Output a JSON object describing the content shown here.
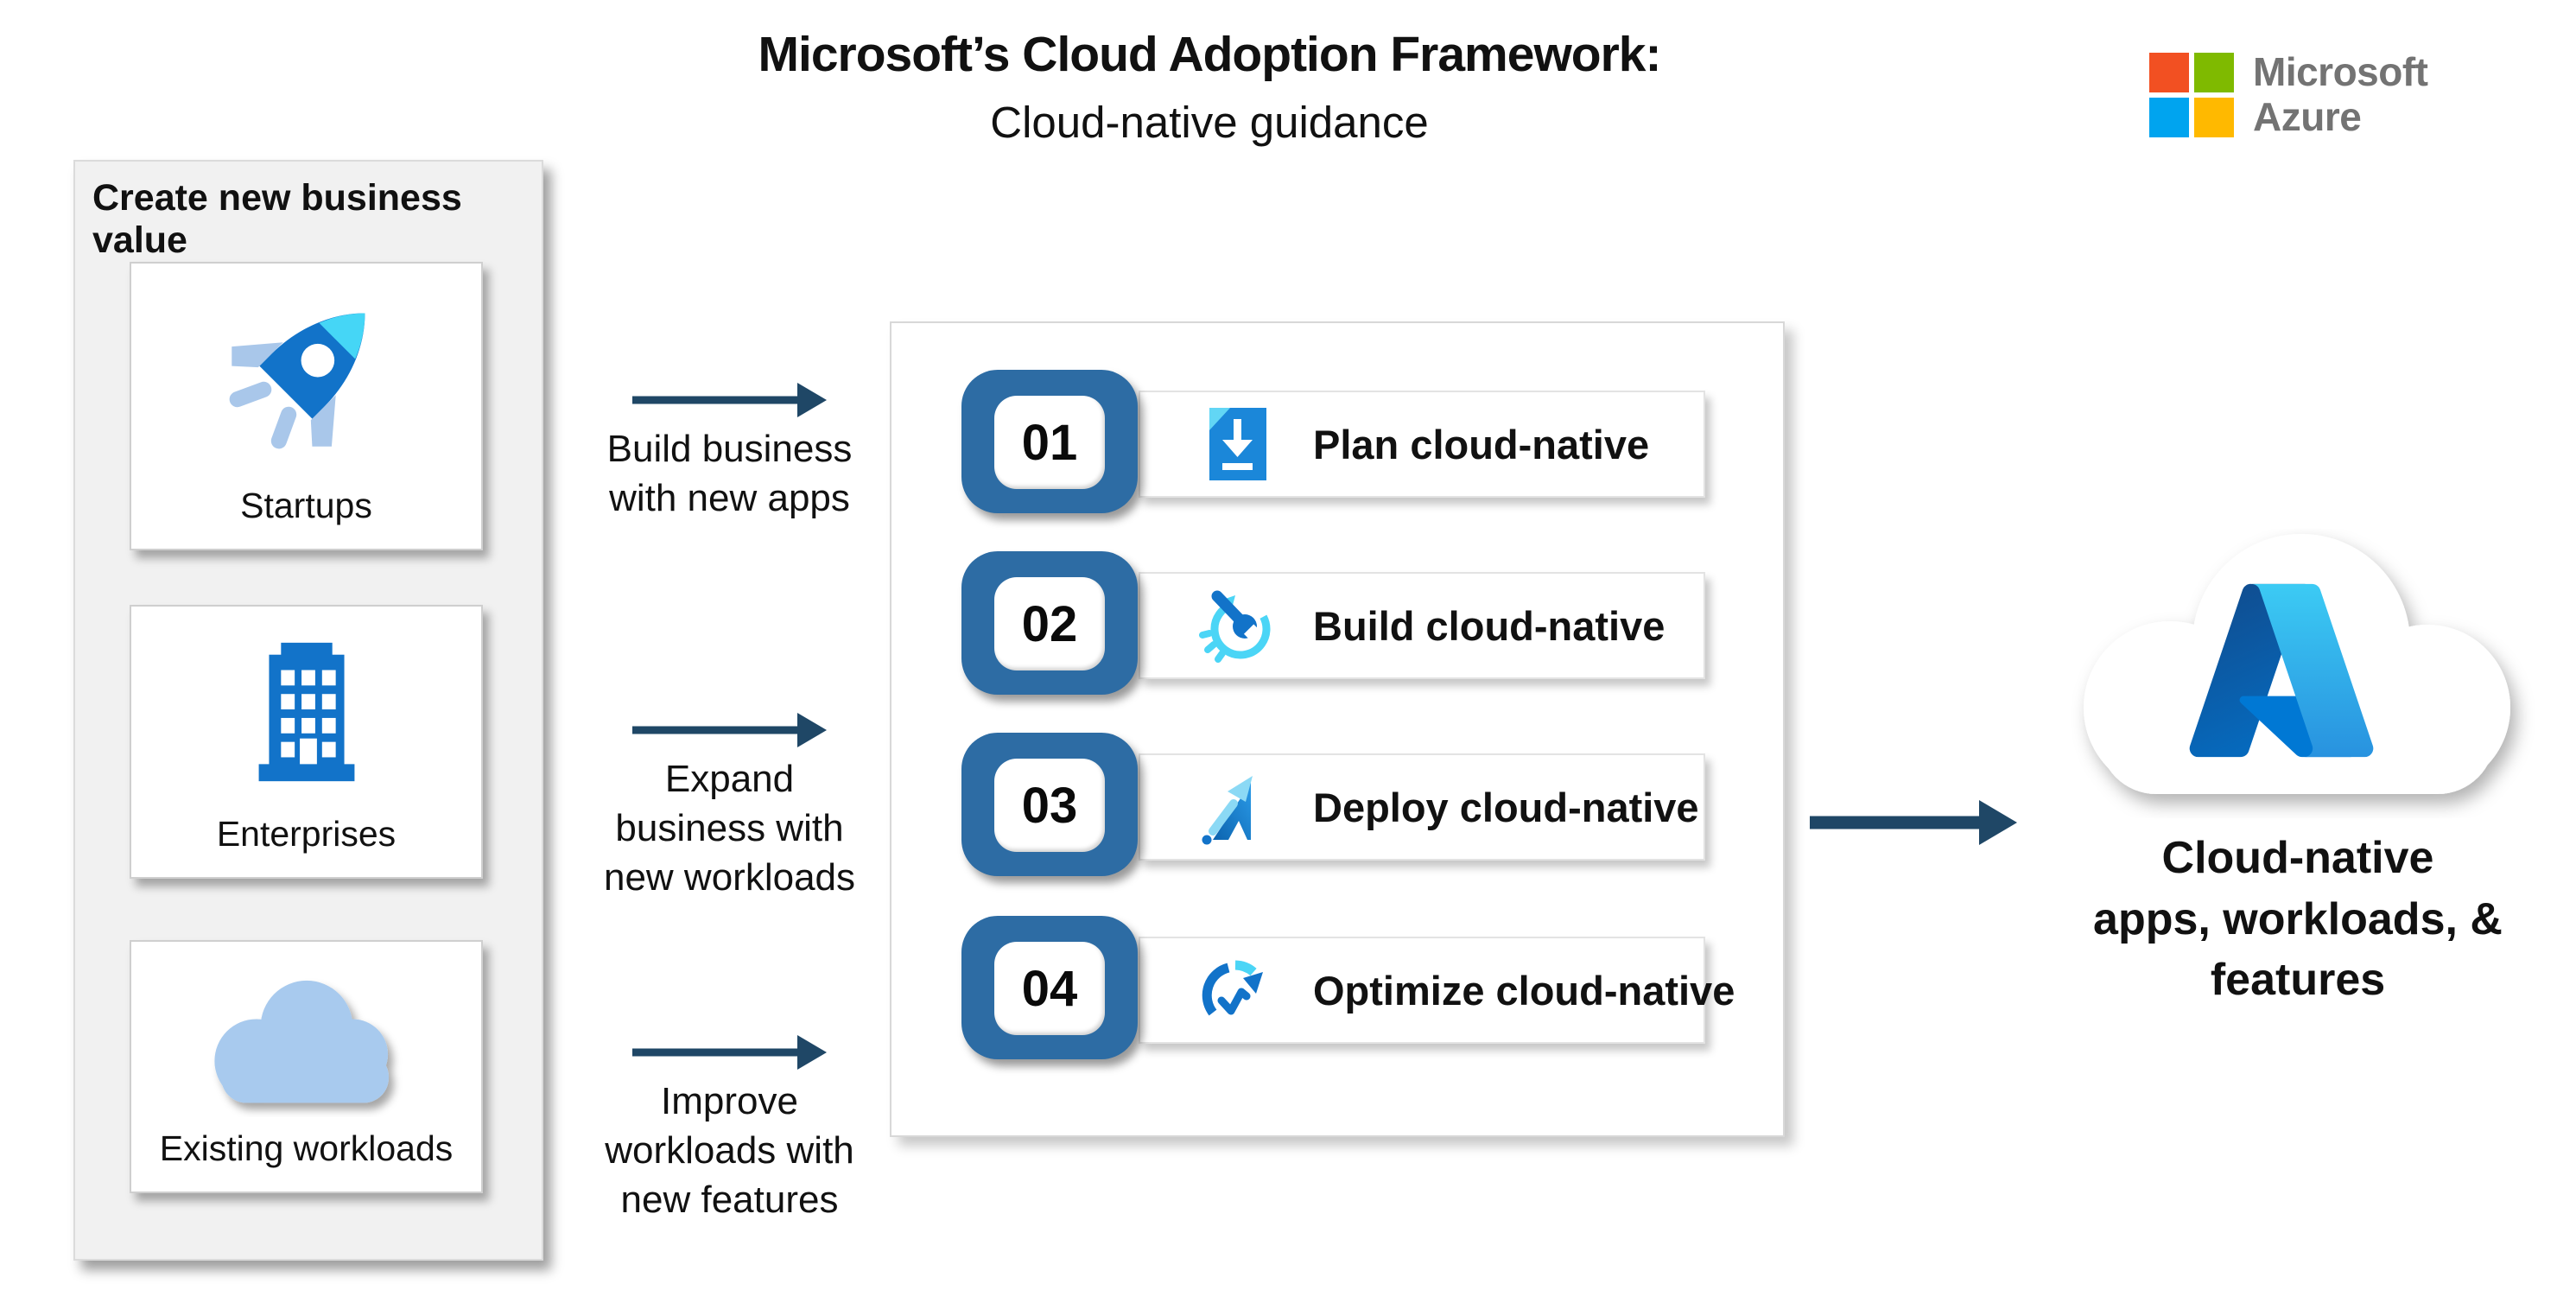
{
  "title": {
    "line1": "Microsoft’s Cloud Adoption Framework:",
    "line2": "Cloud-native guidance"
  },
  "brand_logo": {
    "line1": "Microsoft",
    "line2": "Azure",
    "square_colors": {
      "top_left": "#F25022",
      "top_right": "#7FBA00",
      "bottom_left": "#00A4EF",
      "bottom_right": "#FFB900"
    },
    "text_color": "#737373"
  },
  "left_panel": {
    "header": "Create new business value",
    "cards": [
      {
        "label": "Startups",
        "icon": "rocket-icon"
      },
      {
        "label": "Enterprises",
        "icon": "office-building-icon"
      },
      {
        "label": "Existing workloads",
        "icon": "cloud-icon"
      }
    ]
  },
  "flow_arrows": [
    {
      "lines": [
        "Build business",
        "with new apps"
      ]
    },
    {
      "lines": [
        "Expand",
        "business with",
        "new workloads"
      ]
    },
    {
      "lines": [
        "Improve",
        "workloads with",
        "new features"
      ]
    }
  ],
  "process_panel": {
    "steps": [
      {
        "number": "01",
        "label": "Plan cloud-native",
        "icon": "download-document-icon"
      },
      {
        "number": "02",
        "label": "Build cloud-native",
        "icon": "wrench-speed-icon"
      },
      {
        "number": "03",
        "label": "Deploy cloud-native",
        "icon": "launch-arrow-icon"
      },
      {
        "number": "04",
        "label": "Optimize cloud-native",
        "icon": "gauge-growth-icon"
      }
    ]
  },
  "output": {
    "icon": "azure-cloud-icon",
    "lines": [
      "Cloud-native",
      "apps, workloads, &",
      "features"
    ]
  },
  "colors": {
    "arrow_navy": "#1F4766",
    "badge_blue": "#2D6CA4",
    "icon_blue": "#1273C9",
    "icon_cyan": "#4BD5F6",
    "icon_light_blue": "#A8CAEE",
    "panel_gray": "#F1F1F1",
    "azure_left_gradient": [
      "#114A8B",
      "#0669BC"
    ],
    "azure_right_gradient": [
      "#3CCBF4",
      "#2892DF"
    ],
    "azure_mid": "#0078D4"
  }
}
